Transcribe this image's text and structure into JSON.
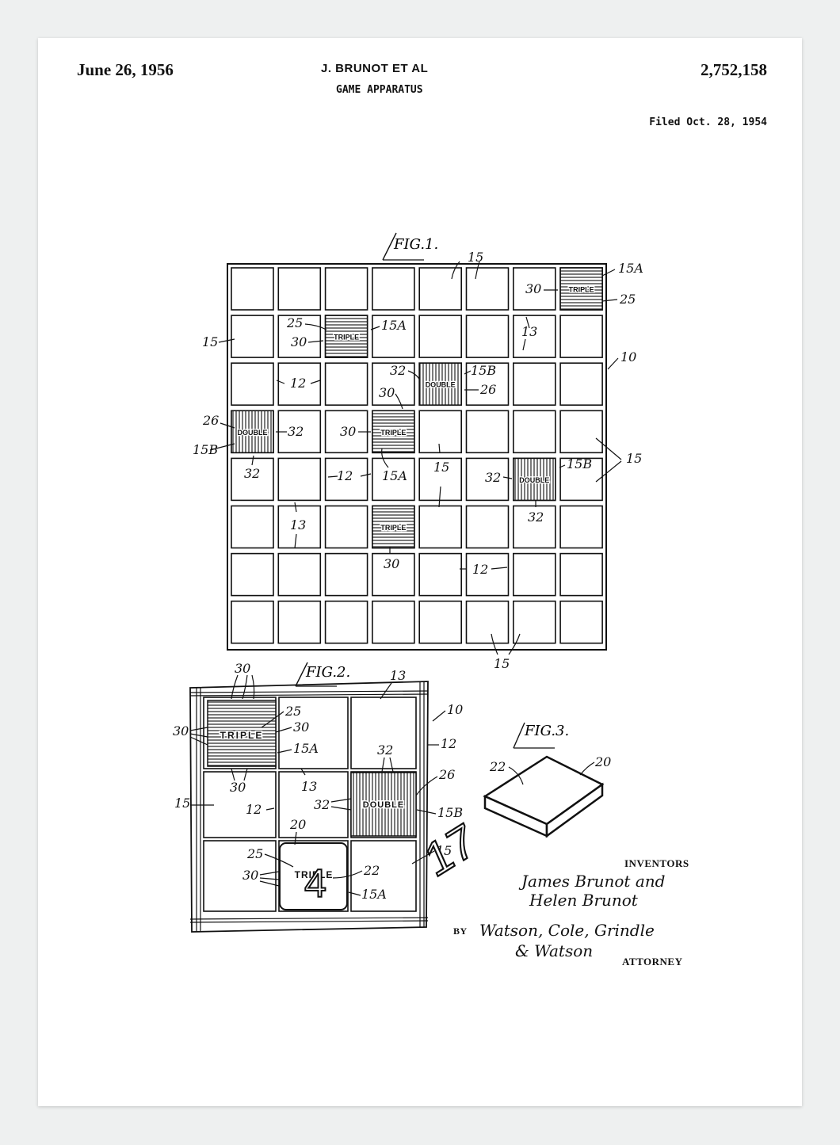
{
  "header": {
    "date": "June 26, 1956",
    "inventor": "J. BRUNOT  ET AL",
    "title": "GAME APPARATUS",
    "patent_number": "2,752,158",
    "filed": "Filed Oct. 28, 1954"
  },
  "figures": {
    "fig1_label": "FIG.1.",
    "fig2_label": "FIG.2.",
    "fig3_label": "FIG.3."
  },
  "square_texts": {
    "triple": "TRIPLE",
    "double": "DOUBLE"
  },
  "tiles": {
    "fig2_tile": "4",
    "fig3_tile": "17"
  },
  "refs": {
    "r10": "10",
    "r12": "12",
    "r13": "13",
    "r15": "15",
    "r15A": "15A",
    "r15B": "15B",
    "r20": "20",
    "r22": "22",
    "r25": "25",
    "r26": "26",
    "r30": "30",
    "r32": "32"
  },
  "signature": {
    "inventors_label": "INVENTORS",
    "inventors_sig_line1": "James Brunot and",
    "inventors_sig_line2": "Helen Brunot",
    "by_label": "BY",
    "attorney_sig_line1": "Watson, Cole, Grindle",
    "attorney_sig_line2": "& Watson",
    "attorney_label": "ATTORNEY"
  }
}
